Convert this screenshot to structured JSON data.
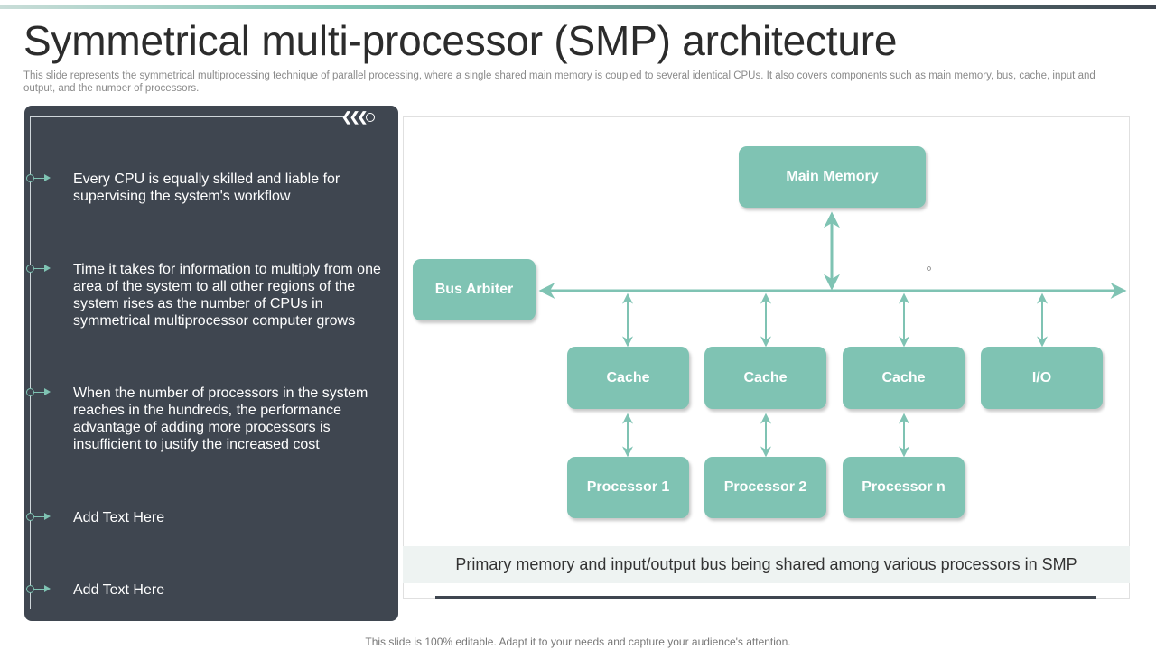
{
  "slide": {
    "title": "Symmetrical multi-processor (SMP) architecture",
    "subtitle": "This slide represents the symmetrical multiprocessing technique of parallel processing, where a single shared main memory is coupled to several identical CPUs. It also covers components such as main memory, bus, cache, input and output, and the number of processors.",
    "footer": "This slide is 100% editable. Adapt it to your needs and capture your audience's attention."
  },
  "left_panel": {
    "items": [
      {
        "text": "Every CPU is equally skilled and liable for supervising the system's workflow"
      },
      {
        "text": "Time it takes for information to multiply from one area of the system to all other regions of the system rises as the number of CPUs in symmetrical multiprocessor computer grows"
      },
      {
        "text": "When the number of processors in the system reaches in the hundreds, the performance advantage of adding more processors is insufficient to justify the increased cost"
      },
      {
        "text": "Add Text Here"
      },
      {
        "text": "Add Text Here"
      }
    ]
  },
  "diagram": {
    "main_memory": "Main Memory",
    "bus_arbiter": "Bus Arbiter",
    "caches": [
      "Cache",
      "Cache",
      "Cache"
    ],
    "io": "I/O",
    "processors": [
      "Processor 1",
      "Processor 2",
      "Processor n"
    ],
    "caption": "Primary memory and input/output bus being shared among various processors in SMP"
  },
  "colors": {
    "accent": "#7fc3b3",
    "panel_dark": "#3f4650",
    "caption_bg": "#eef3f2"
  }
}
